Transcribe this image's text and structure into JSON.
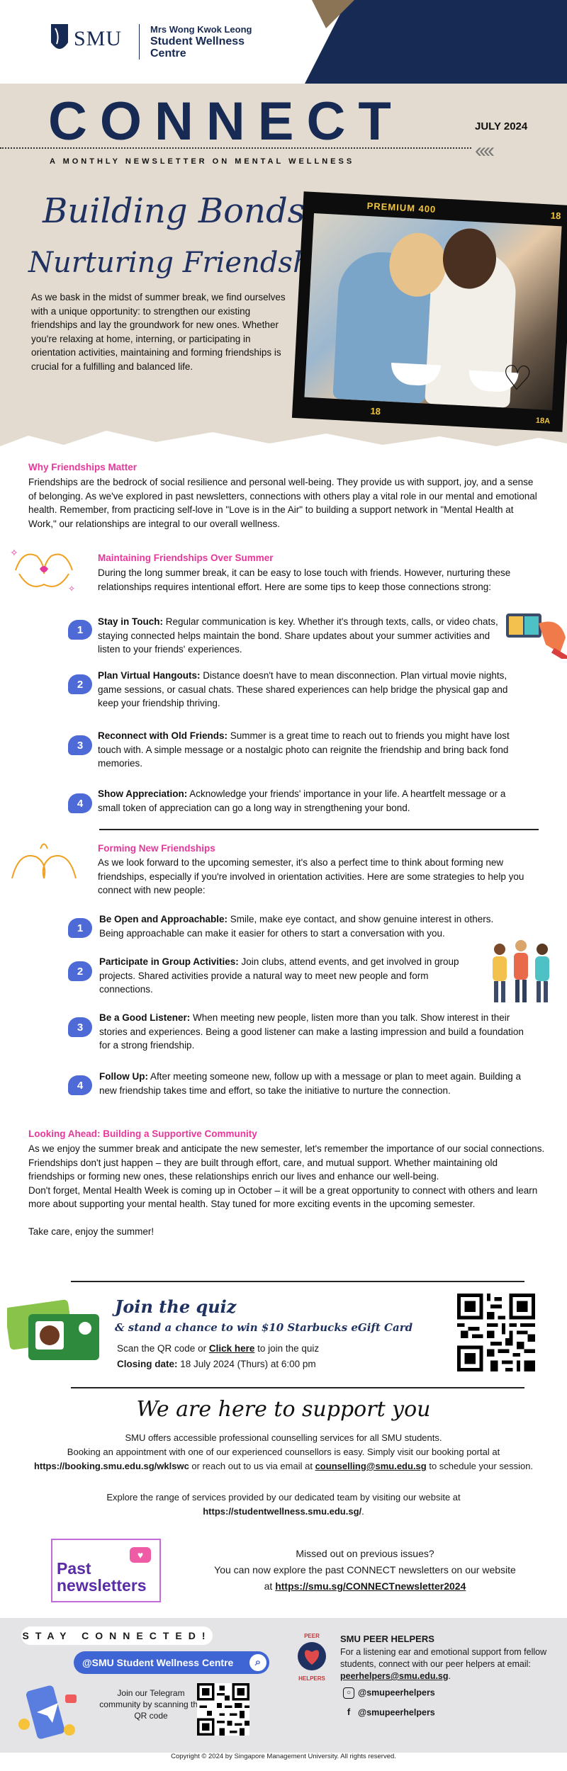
{
  "header": {
    "logo_text": "SMU",
    "logo_sub1": "Mrs Wong Kwok Leong",
    "logo_sub2": "Student Wellness Centre",
    "title": "CONNECT",
    "month": "JULY 2024",
    "tagline": "A MONTHLY NEWSLETTER  ON MENTAL WELLNESS"
  },
  "hero": {
    "script_line1": "Building Bonds,",
    "script_line2": "Nurturing Friendships",
    "intro": "As we bask in the midst of summer break, we find ourselves with a unique opportunity: to strengthen our existing friendships and lay the groundwork for new ones. Whether you're relaxing at home, interning, or participating in orientation activities, maintaining and forming friendships is crucial for a fulfilling and balanced life.",
    "film_top": "PREMIUM 400",
    "film_top_num": "18",
    "film_bottom_num": "18",
    "film_bottom_right": "18A"
  },
  "why": {
    "heading": "Why Friendships Matter",
    "body": "Friendships are the bedrock of social resilience and personal well-being. They provide us with support, joy, and a sense of belonging. As we've explored in past newsletters, connections with others play a vital role in our mental and emotional health. Remember, from practicing self-love in \"Love is in the Air\" to building a support network in \"Mental Health at Work,\" our relationships are integral to our overall wellness."
  },
  "maintaining": {
    "heading": "Maintaining Friendships Over Summer",
    "body": "During the long summer break, it can be easy to lose touch with friends. However, nurturing these relationships requires intentional effort. Here are some tips to keep those connections strong:",
    "tips": [
      {
        "num": "1",
        "title": "Stay in Touch:",
        "text": " Regular communication is key. Whether it's through texts, calls, or video chats, staying connected helps maintain the bond. Share updates about your summer activities and listen to your friends' experiences."
      },
      {
        "num": "2",
        "title": "Plan Virtual Hangouts:",
        "text": " Distance doesn't have to mean disconnection. Plan virtual movie nights, game sessions, or casual chats. These shared experiences can help bridge the physical gap and keep your friendship thriving."
      },
      {
        "num": "3",
        "title": "Reconnect with Old Friends:",
        "text": " Summer is a great time to reach out to friends you might have lost touch with. A simple message or a nostalgic photo can reignite the friendship and bring back fond memories."
      },
      {
        "num": "4",
        "title": "Show Appreciation:",
        "text": " Acknowledge your friends' importance in your life. A heartfelt message or a small token of appreciation can go a long way in strengthening your bond."
      }
    ]
  },
  "forming": {
    "heading": "Forming New Friendships",
    "body": "As we look forward to the upcoming semester, it's also a perfect time to think about forming new friendships, especially if you're involved in orientation activities. Here are some strategies to help you connect with new people:",
    "tips": [
      {
        "num": "1",
        "title": "Be Open and Approachable:",
        "text": " Smile, make eye contact, and show genuine interest in others. Being approachable can make it easier for others to start a conversation with you."
      },
      {
        "num": "2",
        "title": "Participate in Group Activities:",
        "text": " Join clubs, attend events, and get involved in group projects. Shared activities provide a natural way to meet new people and form connections."
      },
      {
        "num": "3",
        "title": "Be a Good Listener:",
        "text": " When meeting new people, listen more than you talk. Show interest in their stories and experiences. Being a good listener can make a lasting impression and build a foundation for a strong friendship."
      },
      {
        "num": "4",
        "title": "Follow Up:",
        "text": " After meeting someone new, follow up with a message or plan to meet again. Building a new friendship takes time and effort, so take the initiative to nurture the connection."
      }
    ]
  },
  "looking": {
    "heading": "Looking Ahead: Building a Supportive Community",
    "p1": "As we enjoy the summer break and anticipate the new semester, let's remember the importance of our social connections. Friendships don't just happen – they are built through effort, care, and mutual support. Whether maintaining old friendships or forming new ones, these relationships enrich our lives and enhance our well-being.",
    "p2": "Don't forget, Mental Health Week is coming up in October – it will be a great opportunity to connect with others and learn more about supporting your mental health. Stay tuned for more exciting events in the upcoming semester.",
    "p3": "Take care, enjoy the summer!"
  },
  "quiz": {
    "title": "Join the quiz",
    "subtitle": "& stand a chance to win $10 Starbucks eGift Card",
    "line1_pre": "Scan the QR code or ",
    "line1_link": "Click here",
    "line1_post": " to join the quiz",
    "line2_label": "Closing date:",
    "line2_value": " 18 July 2024 (Thurs) at 6:00 pm"
  },
  "support": {
    "heading": "We are here to support you",
    "line1": "SMU offers accessible professional counselling services for all SMU students.",
    "line2": "Booking an appointment with one of our experienced counsellors is easy. Simply visit our booking portal at",
    "booking_url": "https://booking.smu.edu.sg/wklswc",
    "line3_mid": " or reach out to us via email at ",
    "email": "counselling@smu.edu.sg",
    "line3_end": " to schedule your session.",
    "line4": "Explore the range of services provided by our dedicated team by visiting our website at",
    "website": "https://studentwellness.smu.edu.sg/",
    "website_end": "."
  },
  "past": {
    "badge": "Past newsletters",
    "line1": "Missed out on previous issues?",
    "line2": "You can now explore the past CONNECT newsletters on our website",
    "line3_pre": "at ",
    "link": "https://smu.sg/CONNECTnewsletter2024"
  },
  "footer": {
    "stay": "STAY CONNECTED!",
    "handle": "@SMU Student Wellness Centre",
    "telegram": "Join our Telegram community by scanning the QR code",
    "peer_badge_top": "PEER",
    "peer_badge_bottom": "HELPERS",
    "peer_title": "SMU PEER HELPERS",
    "peer_text": "For a listening ear and emotional support from fellow students, connect with our peer helpers at email: ",
    "peer_email": "peerhelpers@smu.edu.sg",
    "peer_email_end": ".",
    "instagram": "@smupeerhelpers",
    "facebook": "@smupeerhelpers",
    "copyright": "Copyright © 2024 by Singapore Management University. All rights reserved."
  },
  "colors": {
    "navy": "#172a53",
    "pink_heading": "#e6389a",
    "number_blue": "#4d6ad6",
    "paper": "#e3dbcf"
  }
}
